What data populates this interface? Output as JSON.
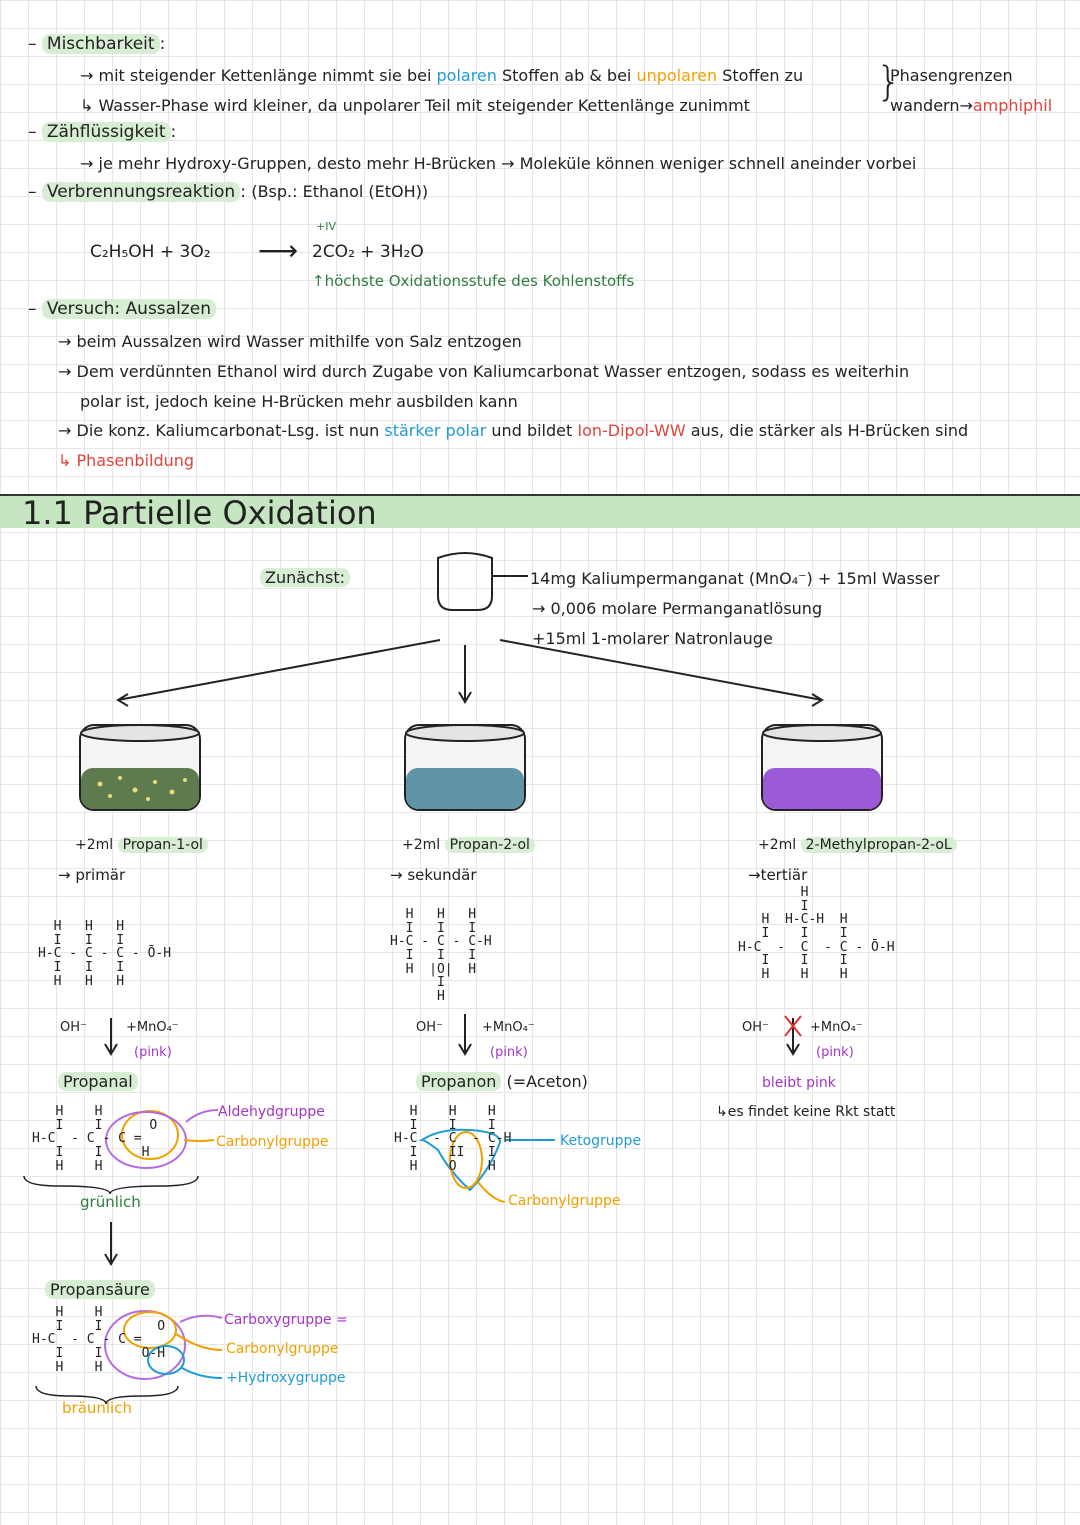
{
  "section_misch": {
    "title": "Mischbarkeit",
    "line1_a": "→ mit steigender Kettenlänge nimmt sie bei ",
    "line1_polar": "polaren",
    "line1_b": " Stoffen ab & bei ",
    "line1_unpolar": "unpolaren",
    "line1_c": " Stoffen zu",
    "line2": "↳ Wasser-Phase wird kleiner, da unpolarer Teil mit steigender Kettenlänge zunimmt",
    "side1": "Phasengrenzen",
    "side2_a": "wandern→",
    "side2_b": "amphiphil"
  },
  "section_zaeh": {
    "title": "Zähflüssigkeit",
    "line1": "→ je mehr Hydroxy-Gruppen, desto mehr H-Brücken → Moleküle können weniger schnell aneinder vorbei"
  },
  "section_verb": {
    "title": "Verbrennungsreaktion",
    "example": "(Bsp.: Ethanol (EtOH))",
    "reactant": "C₂H₅OH  +  3O₂",
    "arrow": "⟶",
    "product": "2CO₂   +  3H₂O",
    "ox_state": "+IV",
    "note": "↑höchste Oxidationsstufe des Kohlenstoffs"
  },
  "section_versuch": {
    "title": "Versuch: Aussalzen",
    "line1": "→ beim Aussalzen wird Wasser mithilfe von Salz entzogen",
    "line2": "→ Dem verdünnten Ethanol wird durch Zugabe von Kaliumcarbonat Wasser entzogen, sodass es weiterhin",
    "line3": "polar ist, jedoch keine H-Brücken mehr ausbilden kann",
    "line4_a": "→ Die konz. Kaliumcarbonat-Lsg. ist nun ",
    "line4_b": "stärker polar",
    "line4_c": " und bildet ",
    "line4_d": "Ion-Dipol-WW",
    "line4_e": " aus, die stärker als H-Brücken sind",
    "line5": "↳ Phasenbildung"
  },
  "heading": "1.1 Partielle Oxidation",
  "setup": {
    "label": "Zunächst:",
    "line1": "14mg Kaliumpermanganat (MnO₄⁻) + 15ml Wasser",
    "line2": "→ 0,006 molare Permanganatlösung",
    "line3": "+15ml 1-molarer Natronlauge"
  },
  "colors": {
    "green_highlight": "#d8eed4",
    "band": "#c6e6c1",
    "beaker1": "#5e7a4f",
    "beaker2": "#5f95a6",
    "beaker3": "#9b5bd6"
  },
  "col1": {
    "add_prefix": "+2ml",
    "add_name": "Propan-1-ol",
    "type": "→ primär",
    "oh": "OH⁻",
    "reagent": "+MnO₄⁻",
    "reagent_color": "(pink)",
    "product1": "Propanal",
    "tag1": "Aldehydgruppe",
    "tag2": "Carbonylgruppe",
    "color1": "grünlich",
    "product2": "Propansäure",
    "tag3": "Carboxygruppe =",
    "tag4": "Carbonylgruppe",
    "tag5": "+Hydroxygruppe",
    "color2": "bräunlich"
  },
  "col2": {
    "add_prefix": "+2ml",
    "add_name": "Propan-2-ol",
    "type": "→ sekundär",
    "oh": "OH⁻",
    "reagent": "+MnO₄⁻",
    "reagent_color": "(pink)",
    "product": "Propanon",
    "product_alt": "(=Aceton)",
    "tag1": "Ketogruppe",
    "tag2": "Carbonylgruppe"
  },
  "col3": {
    "add_prefix": "+2ml",
    "add_name": "2-Methylpropan-2-oL",
    "type": "→tertiär",
    "oh": "OH⁻",
    "reagent": "+MnO₄⁻",
    "reagent_color": "(pink)",
    "result": "bleibt pink",
    "note": "↳es findet keine Rkt statt"
  }
}
